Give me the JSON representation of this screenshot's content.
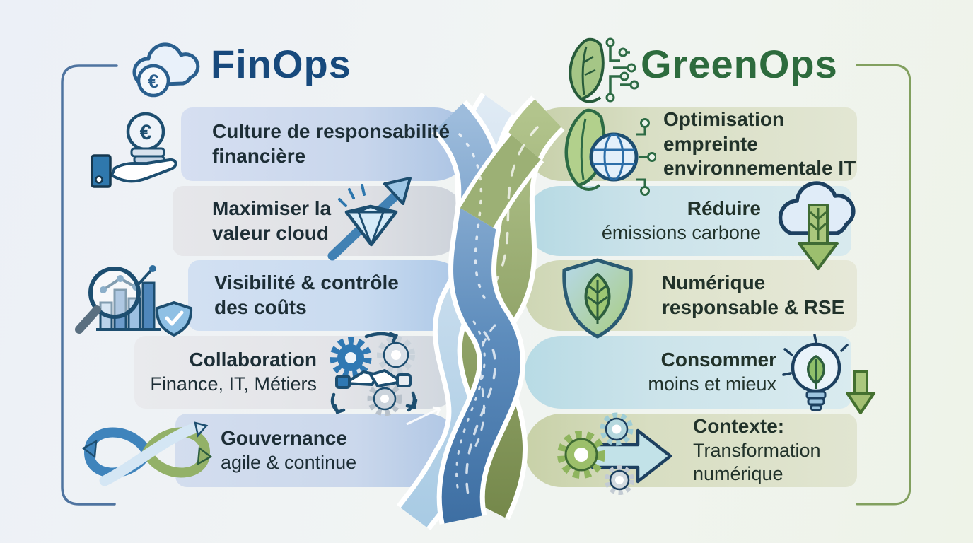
{
  "header": {
    "finops": {
      "title": "FinOps",
      "color": "#17497c",
      "icon": "cloud-euro-icon"
    },
    "greenops": {
      "title": "GreenOps",
      "color": "#2d6b3d",
      "icon": "leaf-circuit-icon"
    }
  },
  "left": {
    "rows": [
      {
        "line1": "Culture de responsabilité",
        "line2": "financière",
        "icon": "hand-euro-coins-icon"
      },
      {
        "line1": "Maximiser la",
        "line2": "valeur cloud",
        "icon": "diamond-growth-arrow-icon"
      },
      {
        "line1": "Visibilité & contrôle",
        "line2": "des coûts",
        "icon": "magnifier-chart-shield-icon"
      },
      {
        "line1": "Collaboration",
        "line2": "Finance, IT, Métiers",
        "icon": "handshake-gears-icon"
      },
      {
        "line1": "Gouvernance",
        "line2": "agile & continue",
        "icon": "infinity-loop-icon"
      }
    ]
  },
  "right": {
    "rows": [
      {
        "line1": "Optimisation empreinte",
        "line2": "environnementale IT",
        "icon": "leaf-globe-circuit-icon"
      },
      {
        "line1": "Réduire",
        "line2": "émissions carbone",
        "icon": "cloud-carbon-down-icon"
      },
      {
        "line1": "Numérique",
        "line2": "responsable & RSE",
        "icon": "shield-leaf-icon"
      },
      {
        "line1": "Consommer",
        "line2": "moins et mieux",
        "icon": "bulb-leaf-reduce-icon"
      },
      {
        "line1": "Contexte:",
        "line2": "Transformation numérique",
        "icon": "gears-transformation-arrow-icon"
      }
    ]
  },
  "colors": {
    "finops_accent": "#17497c",
    "greenops_accent": "#2d6b3d",
    "left_bracket": "#4f74a0",
    "right_bracket": "#82a05f",
    "ribbon_blue": "#3e6fa3",
    "ribbon_green": "#76894c",
    "band_blue": "#c8d6ec",
    "band_gray": "#e3e4e8",
    "band_sage": "#d9dfc5",
    "band_teal": "#cce3ea"
  }
}
